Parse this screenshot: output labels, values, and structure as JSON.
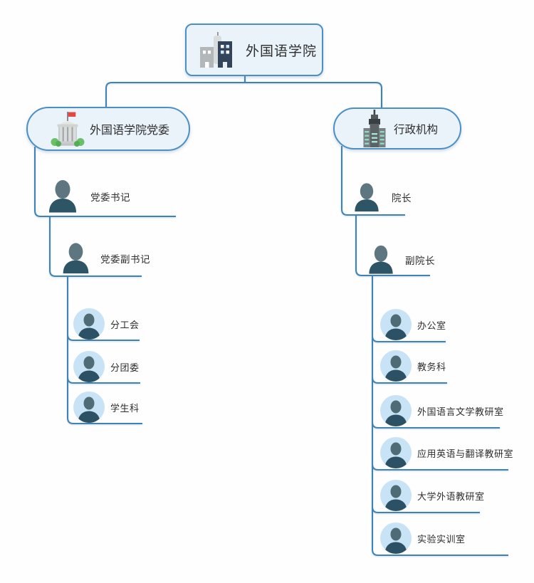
{
  "diagram": {
    "root": {
      "label": "外国语学院",
      "icon": "city-buildings-icon"
    },
    "party_branch": {
      "label": "外国语学院党委",
      "icon": "government-building-icon",
      "secretary": "党委书记",
      "deputy_secretary": "党委副书记",
      "departments": [
        "分工会",
        "分团委",
        "学生科"
      ]
    },
    "admin_branch": {
      "label": "行政机构",
      "icon": "office-tower-icon",
      "dean": "院长",
      "vice_dean": "副院长",
      "departments": [
        "办公室",
        "教务科",
        "外国语言文学教研室",
        "应用英语与翻译教研室",
        "大学外语教研室",
        "实验实训室"
      ]
    },
    "colors": {
      "connector_line": "#3f83b5",
      "node_border": "#4a90c6",
      "node_fill": "#eaf3fa",
      "avatar_background": "#c9e3f6",
      "person_head": "#5d767f",
      "person_body": "#2e5566",
      "flag_red": "#e2483d",
      "bush_green": "#6abf69",
      "window_teal": "#8fd8c2"
    }
  }
}
